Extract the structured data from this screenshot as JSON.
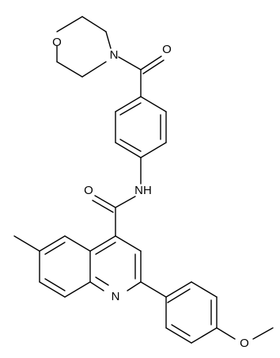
{
  "molecule": {
    "atom_labels": {
      "morpholine_o": "O",
      "morpholine_n": "N",
      "carbonyl_o_top": "O",
      "amide_nh": "NH",
      "amide_o": "O",
      "quinoline_n": "N",
      "methoxy_o": "O"
    }
  },
  "colors": {
    "bond": "#000000",
    "background": "#ffffff"
  }
}
